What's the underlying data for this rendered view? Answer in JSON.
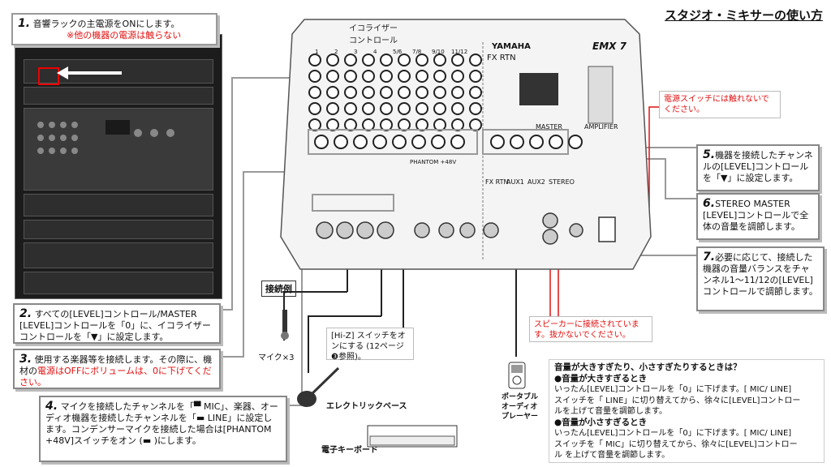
{
  "title": "スタジオ・ミキサーの使い方",
  "steps": {
    "s1": {
      "num": "1.",
      "text": "音響ラックの主電源をONにします。",
      "note": "※他の機器の電源は触らない"
    },
    "s2": {
      "num": "2.",
      "text": "すべての[LEVEL]コントロール/MASTER [LEVEL]コントロールを「0」に、イコライザーコントロールを「▼」に設定します。"
    },
    "s3": {
      "num": "3.",
      "text_a": "使用する楽器等を接続します。その際に、機材の",
      "text_red": "電源はOFFにボリュームは、0に下げてください。"
    },
    "s4": {
      "num": "4.",
      "text": "マイクを接続したチャンネルを「▀ MIC」、楽器、オーディオ機器を接続したチャンネルを「▬ LINE」に設定します。コンデンサーマイクを接続した場合は[PHANTOM +48V]スイッチをオン (▬ )にします。"
    },
    "s5": {
      "num": "5.",
      "text": "機器を接続したチャンネルの[LEVEL]コントロールを「▼」に設定します。"
    },
    "s6": {
      "num": "6.",
      "text": "STEREO MASTER [LEVEL]コントロールで全体の音量を調節します。"
    },
    "s7": {
      "num": "7.",
      "text": "必要に応じて、接続した機器の音量バランスをチャンネル1～11/12の[LEVEL]コントロールで調節します。"
    }
  },
  "mixer": {
    "eq_label_line1": "イコライザー",
    "eq_label_line2": "コントロール",
    "brand": "YAMAHA",
    "model": "EMX 7",
    "channel_numbers": [
      "1",
      "2",
      "3",
      "4",
      "5/6",
      "7/8",
      "9/10",
      "11/12"
    ],
    "phantom": "PHANTOM +48V",
    "master": "MASTER",
    "amplifier": "AMPLIFIER",
    "fx_rtn": "FX RTN",
    "aux1": "AUX1",
    "aux2": "AUX2",
    "stereo": "STEREO"
  },
  "notes": {
    "power_warning": "電源スイッチには触れないでください。",
    "speaker_warning": "スピーカーに接続されています。抜かないでください。",
    "hiz": "[Hi-Z] スイッチをオンにする (12ページ❸参照)。"
  },
  "labels": {
    "connection_example": "接続例",
    "mic": "マイク×3",
    "electric_bass": "エレクトリックベース",
    "keyboard": "電子キーボード",
    "portable_audio": "ポータブルオーディオプレーヤー"
  },
  "info": {
    "heading": "音量が大きすぎたり、小さすぎたりするときは？",
    "too_loud_h": "●音量が大きすぎるとき",
    "too_loud_1": "いったん[LEVEL]コントロールを「0」に下げます。[ MIC/ LINE]",
    "too_loud_2": "スイッチを「 LINE」に切り替えてから、徐々に[LEVEL]コントロー",
    "too_loud_3": "ルを上げて音量を調節します。",
    "too_soft_h": "●音量が小さすぎるとき",
    "too_soft_1": "いったん[LEVEL]コントロールを「0」に下げます。[ MIC/ LINE]",
    "too_soft_2": "スイッチを「 MIC」に切り替えてから、徐々に[LEVEL]コントロー",
    "too_soft_3": "ル を上げて音量を調節します。"
  }
}
